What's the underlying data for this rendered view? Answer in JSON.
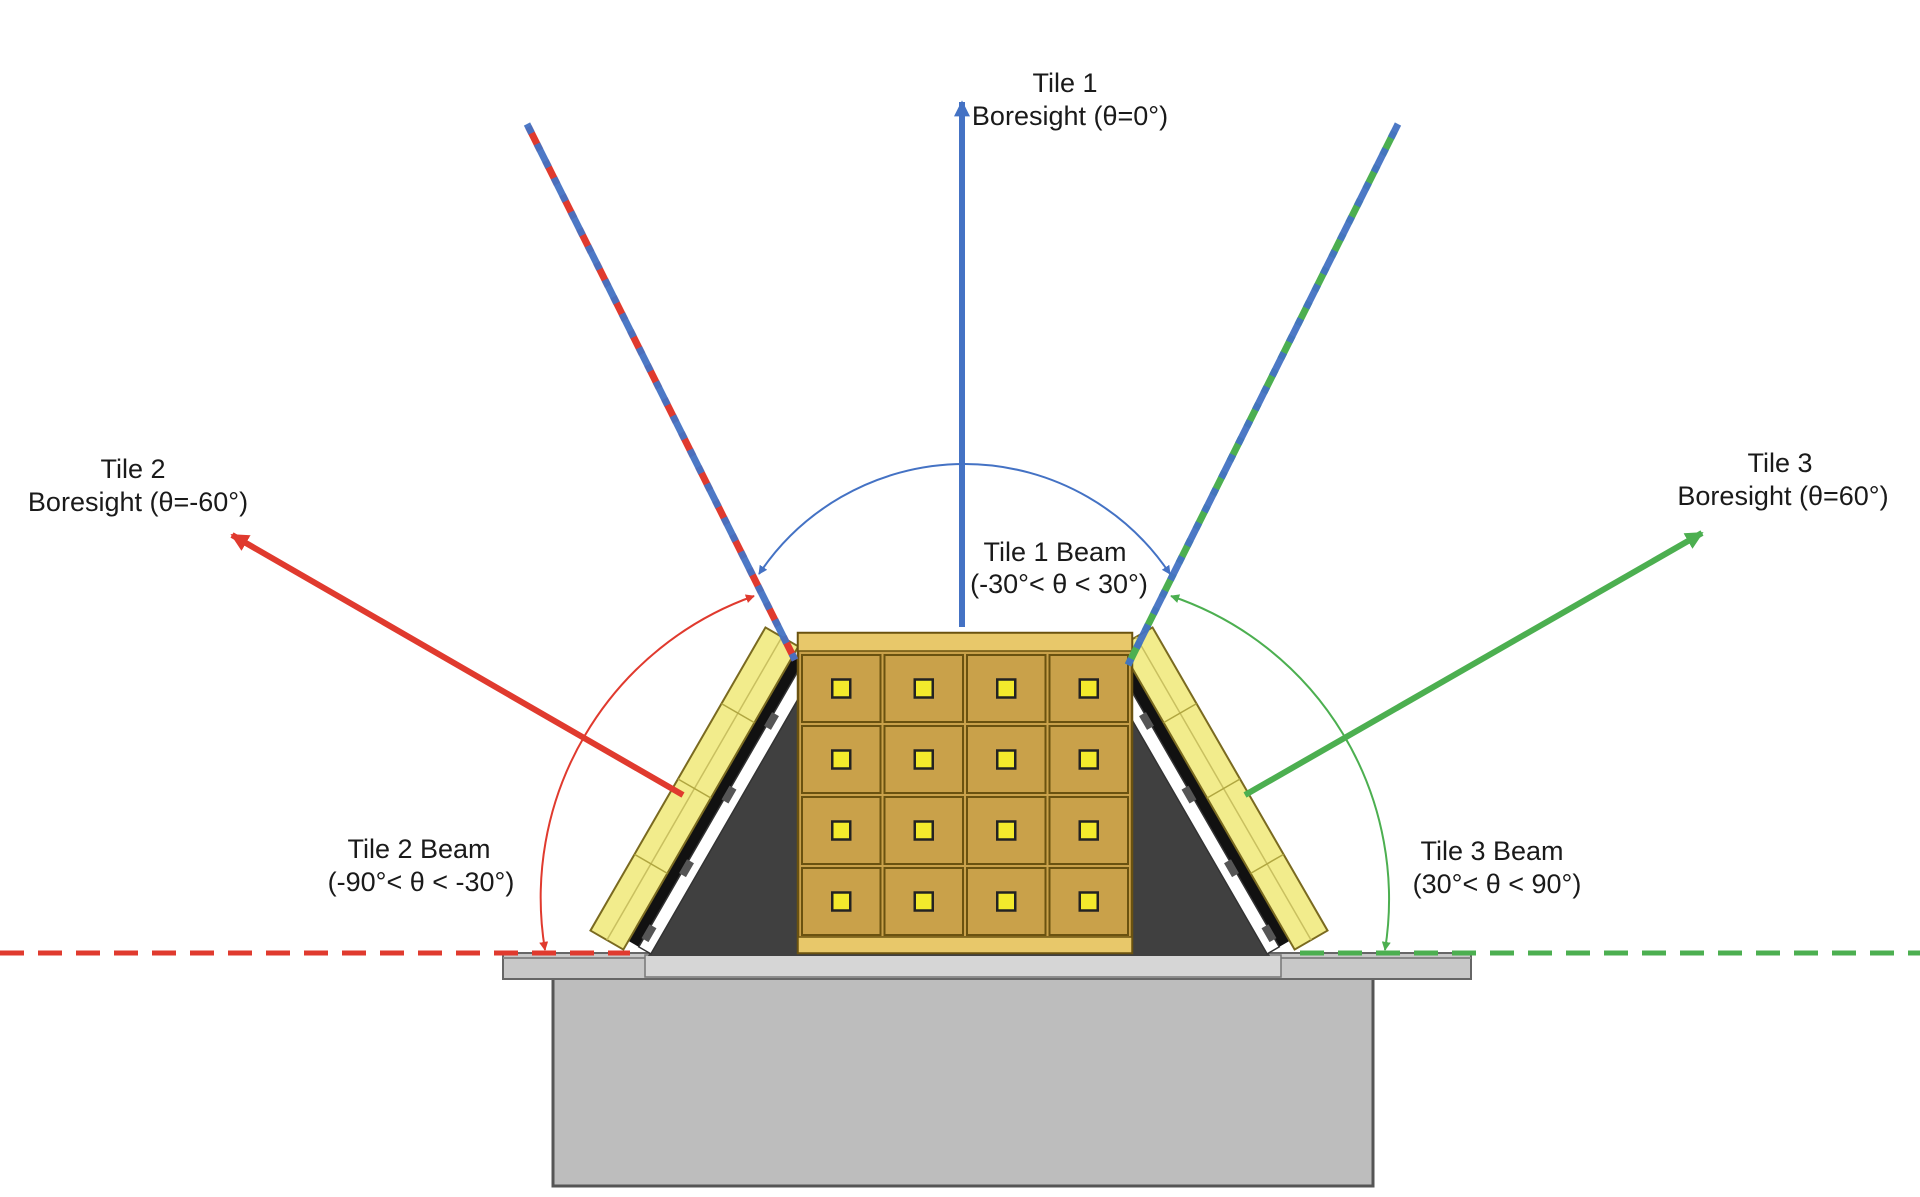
{
  "tiles": [
    {
      "name": "Tile 1",
      "boresight_label": "Boresight (θ=0°)",
      "beam_label": "Tile 1 Beam",
      "beam_range": "(-30°< θ < 30°)",
      "boresight_deg": 0,
      "beam_min_deg": -30,
      "beam_max_deg": 30,
      "color": "#4472c4"
    },
    {
      "name": "Tile 2",
      "boresight_label": "Boresight (θ=-60°)",
      "beam_label": "Tile 2 Beam",
      "beam_range": "(-90°< θ < -30°)",
      "boresight_deg": -60,
      "beam_min_deg": -90,
      "beam_max_deg": -30,
      "color": "#e03a2e"
    },
    {
      "name": "Tile 3",
      "boresight_label": "Boresight (θ=60°)",
      "beam_label": "Tile 3 Beam",
      "beam_range": "(30°< θ < 90°)",
      "boresight_deg": 60,
      "beam_min_deg": 30,
      "beam_max_deg": 90,
      "color": "#4caf50"
    }
  ],
  "colors": {
    "tile_gold": "#c9a14a",
    "tile_yellow": "#f2ec8c",
    "element_yellow": "#f3ea2c",
    "support_dark": "#404040",
    "base_gray": "#bdbdbd",
    "platform_gray": "#d0d0d0"
  }
}
